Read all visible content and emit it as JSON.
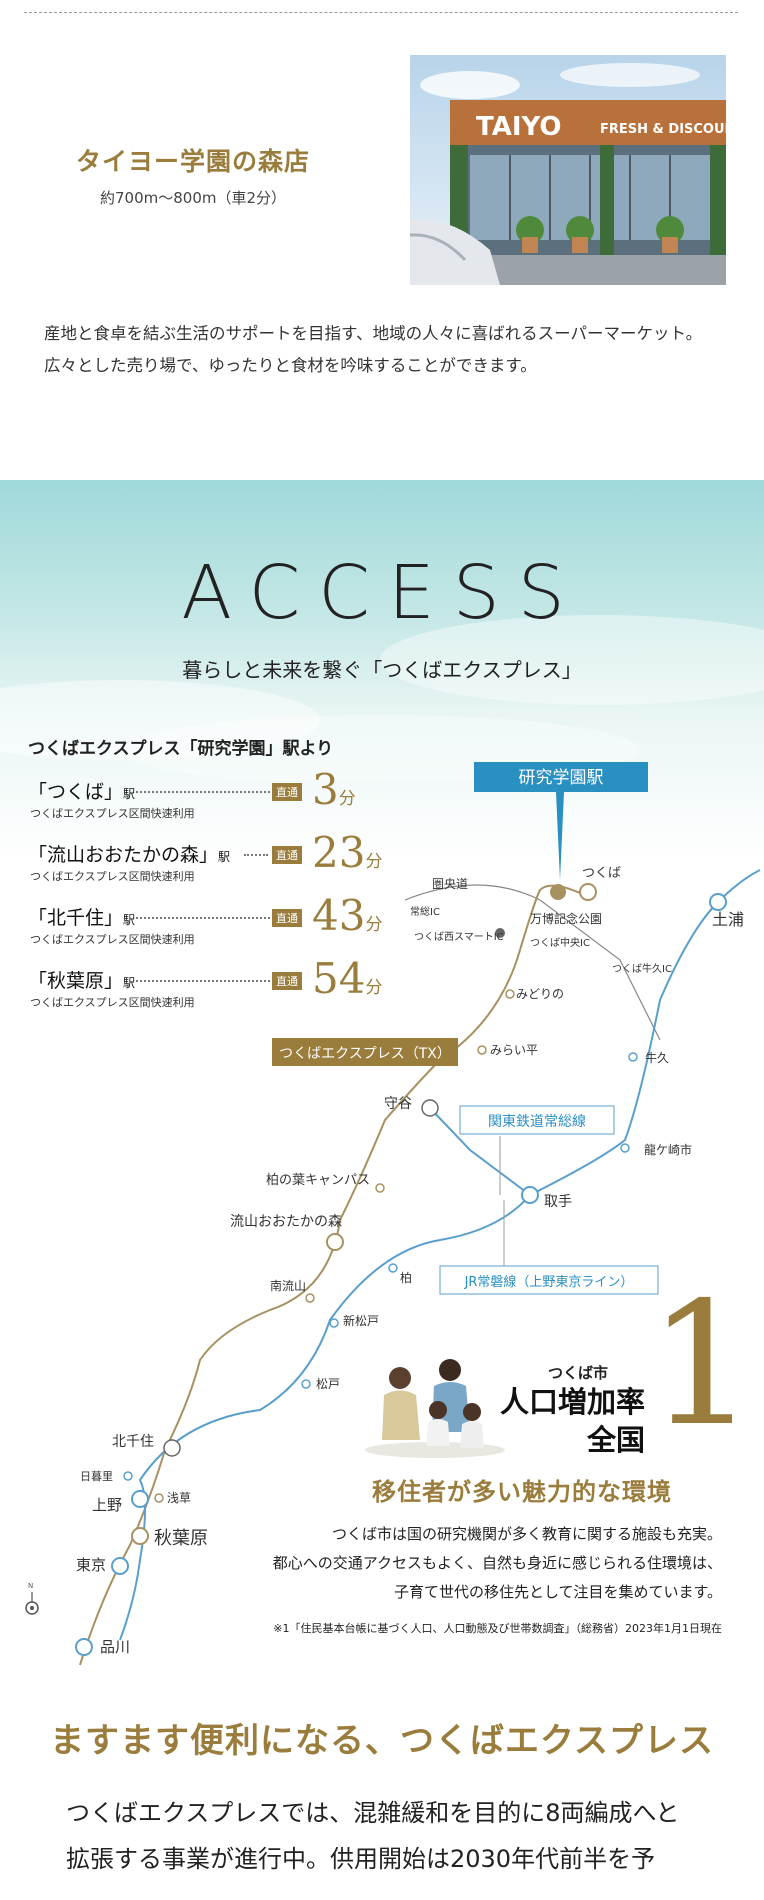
{
  "store": {
    "name": "タイヨー学園の森店",
    "distance": "約700m〜800m（車2分）",
    "photo_sign_brand": "TAIYO",
    "photo_sign_text": "FRESH & DISCOUNT",
    "description": "産地と食卓を結ぶ生活のサポートを目指す、地域の人々に喜ばれるスーパーマーケット。広々とした売り場で、ゆったりと食材を吟味することができます。"
  },
  "access": {
    "title": "ACCESS",
    "subtitle": "暮らしと未来を繋ぐ「つくばエクスプレス」",
    "from_label": "つくばエクスプレス「研究学園」駅より",
    "badge": "直通",
    "unit": "分",
    "station_suffix": "駅",
    "routes": [
      {
        "station": "「つくば」",
        "note": "つくばエクスプレス区間快速利用",
        "minutes": "3"
      },
      {
        "station": "「流山おおたかの森」",
        "note": "つくばエクスプレス区間快速利用",
        "minutes": "23"
      },
      {
        "station": "「北千住」",
        "note": "つくばエクスプレス区間快速利用",
        "minutes": "43"
      },
      {
        "station": "「秋葉原」",
        "note": "つくばエクスプレス区間快速利用",
        "minutes": "54"
      }
    ]
  },
  "map": {
    "current_station": "研究学園駅",
    "tx_line_label": "つくばエクスプレス（TX）",
    "joban_label": "関東鉄道常総線",
    "jr_label": "JR常磐線（上野東京ライン）",
    "labels": {
      "tsukuba": "つくば",
      "kenodo": "圏央道",
      "jobanic": "常総IC",
      "tsukubanishi": "つくば西スマートIC",
      "banpaku": "万博記念公園",
      "tsukubachuo": "つくば中央IC",
      "tsukubaushiku": "つくば牛久IC",
      "tsuchiura": "土浦",
      "midorino": "みどりの",
      "miraidaira": "みらい平",
      "ushiku": "牛久",
      "moriya": "守谷",
      "ryugasaki": "龍ケ崎市",
      "toride": "取手",
      "kashiwanoha": "柏の葉キャンパス",
      "nagareyama": "流山おおたかの森",
      "kashiwa": "柏",
      "minaminagareyama": "南流山",
      "shinmatsudo": "新松戸",
      "matsudo": "松戸",
      "kitasenju": "北千住",
      "nippori": "日暮里",
      "ueno": "上野",
      "asakusa": "浅草",
      "akihabara": "秋葉原",
      "tokyo": "東京",
      "shinagawa": "品川",
      "north": "N"
    }
  },
  "population": {
    "city": "つくば市",
    "title_line1": "人口増加率",
    "title_line2": "全国",
    "rank": "1",
    "headline": "移住者が多い魅力的な環境",
    "desc_line1": "つくば市は国の研究機関が多く教育に関する施設も充実。",
    "desc_line2": "都心への交通アクセスもよく、自然も身近に感じられる住環境は、",
    "desc_line3": "子育て世代の移住先として注目を集めています。",
    "footnote": "※1「住民基本台帳に基づく人口、人口動態及び世帯数調査」（総務省）2023年1月1日現在"
  },
  "tx": {
    "headline": "ますます便利になる、つくばエクスプレス",
    "line1": "つくばエクスプレスでは、混雑緩和を目的に8両編成へと",
    "line2": "拡張する事業が進行中。供用開始は2030年代前半を予"
  },
  "colors": {
    "gold": "#9a7d3c",
    "blue": "#2a8fc1",
    "tx_line": "#a89160",
    "jr_line": "#5a9fcb"
  }
}
